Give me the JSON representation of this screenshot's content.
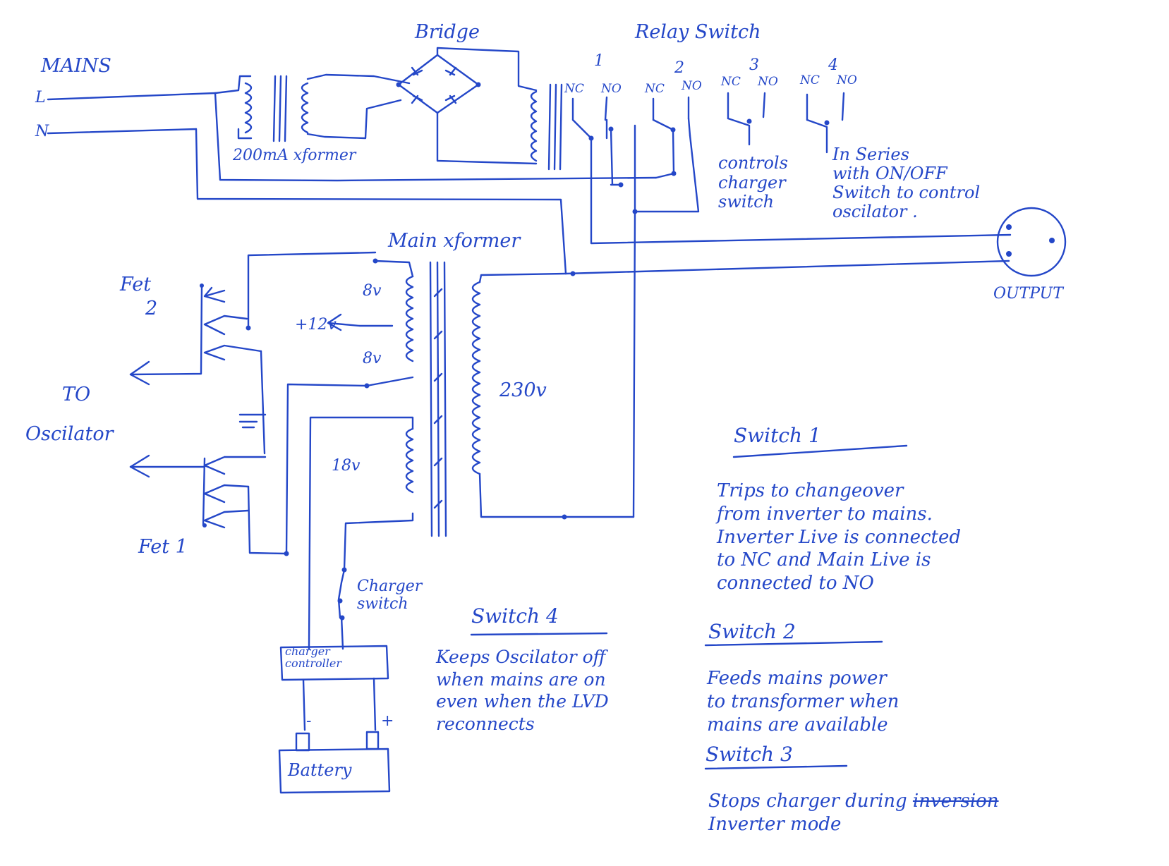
{
  "labels": {
    "mains": "MAINS",
    "live": "L",
    "neutral": "N",
    "small_transformer": "200mA xformer",
    "bridge": "Bridge",
    "relay_switch": "Relay Switch",
    "relay_numbers": [
      "1",
      "2",
      "3",
      "4"
    ],
    "relay_contacts": [
      "NC",
      "NO",
      "NC",
      "NO",
      "NC",
      "NO",
      "NC",
      "NO"
    ],
    "controls_charger": [
      "controls",
      "charger",
      "switch"
    ],
    "in_series": [
      "In Series",
      "with ON/OFF",
      "Switch to control",
      "oscilator ."
    ],
    "main_transformer": "Main xformer",
    "output": "OUTPUT",
    "fet2": "Fet",
    "fet2_num": "2",
    "fet1": "Fet 1",
    "to_osc": "TO",
    "osc": "Oscilator",
    "tap_8v_top": "8v",
    "tap_12v": "+12v",
    "tap_8v_bottom": "8v",
    "v230": "230v",
    "v18": "18v",
    "charger_switch": [
      "Charger",
      "switch"
    ],
    "charger_controller": [
      "charger",
      "controller"
    ],
    "battery": "Battery",
    "minus": "-",
    "plus": "+"
  },
  "notes": {
    "switch1_title": "Switch 1",
    "switch1_lines": [
      "Trips to changeover",
      "from inverter to mains.",
      "Inverter Live is connected",
      "to NC and Main Live is",
      "connected to NO"
    ],
    "switch2_title": "Switch 2",
    "switch2_lines": [
      "Feeds mains power",
      "to transformer when",
      "mains are available"
    ],
    "switch3_title": "Switch 3",
    "switch3_line1": "Stops charger during",
    "switch3_struck": "inversion",
    "switch3_line2": "Inverter mode",
    "switch4_title": "Switch 4",
    "switch4_lines": [
      "Keeps Oscilator off",
      "when mains are on",
      "even when the LVD",
      "reconnects"
    ]
  },
  "colors": {
    "ink": "#2447c8",
    "paper": "#ffffff"
  }
}
